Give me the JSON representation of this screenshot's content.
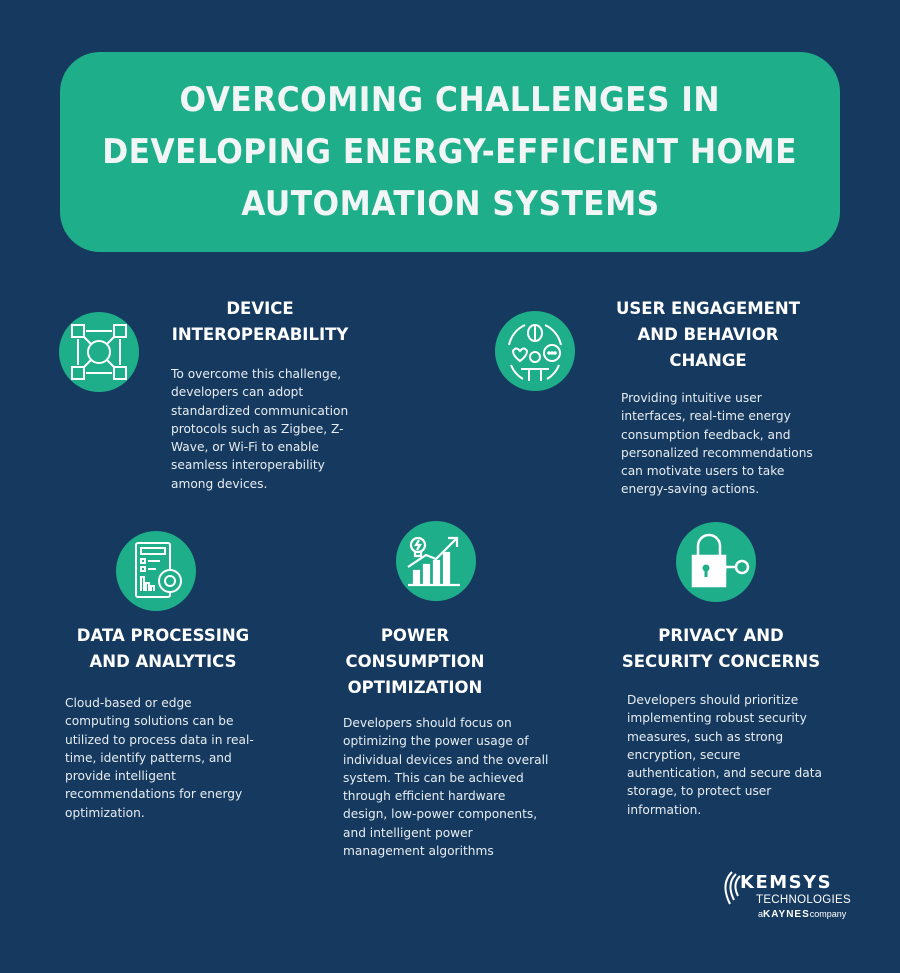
{
  "colors": {
    "background": "#163a5f",
    "accent": "#1fae8a",
    "text": "#ffffff"
  },
  "title": {
    "lines": [
      "OVERCOMING CHALLENGES IN",
      "DEVELOPING ENERGY-EFFICIENT HOME",
      "AUTOMATION SYSTEMS"
    ]
  },
  "sections": [
    {
      "icon": "network-cubes-icon",
      "heading": [
        "DEVICE",
        "INTEROPERABILITY"
      ],
      "body": [
        "To overcome this challenge,",
        "developers can adopt",
        "standardized communication",
        "protocols such as Zigbee, Z-",
        "Wave, or Wi-Fi to enable",
        "seamless interoperability",
        "among devices."
      ]
    },
    {
      "icon": "user-engagement-icon",
      "heading": [
        "USER ENGAGEMENT",
        "AND BEHAVIOR",
        "CHANGE"
      ],
      "body": [
        "Providing intuitive user",
        "interfaces, real-time energy",
        "consumption feedback, and",
        "personalized recommendations",
        "can motivate users to take",
        "energy-saving actions."
      ]
    },
    {
      "icon": "data-report-icon",
      "heading": [
        "DATA PROCESSING",
        "AND ANALYTICS"
      ],
      "body": [
        "Cloud-based or edge",
        "computing solutions can be",
        "utilized to process data in real-",
        "time, identify patterns, and",
        "provide intelligent",
        "recommendations for energy",
        "optimization."
      ]
    },
    {
      "icon": "power-growth-chart-icon",
      "heading": [
        "POWER",
        "CONSUMPTION",
        "OPTIMIZATION"
      ],
      "body": [
        "Developers should focus on",
        "optimizing the power usage of",
        "individual devices and the overall",
        "system. This can be achieved",
        "through efficient hardware",
        "design, low-power components,",
        "and intelligent power",
        "management algorithms"
      ]
    },
    {
      "icon": "lock-key-icon",
      "heading": [
        "PRIVACY AND",
        "SECURITY CONCERNS"
      ],
      "body": [
        "Developers should prioritize",
        "implementing robust security",
        "measures, such as strong",
        "encryption, secure",
        "authentication, and secure data",
        "storage, to protect user",
        "information."
      ]
    }
  ],
  "logo": {
    "brand": "KEMSYS",
    "line2": "TECHNOLOGIES",
    "line3_prefix": "a",
    "line3_brand": "KAYNES",
    "line3_suffix": "company"
  }
}
